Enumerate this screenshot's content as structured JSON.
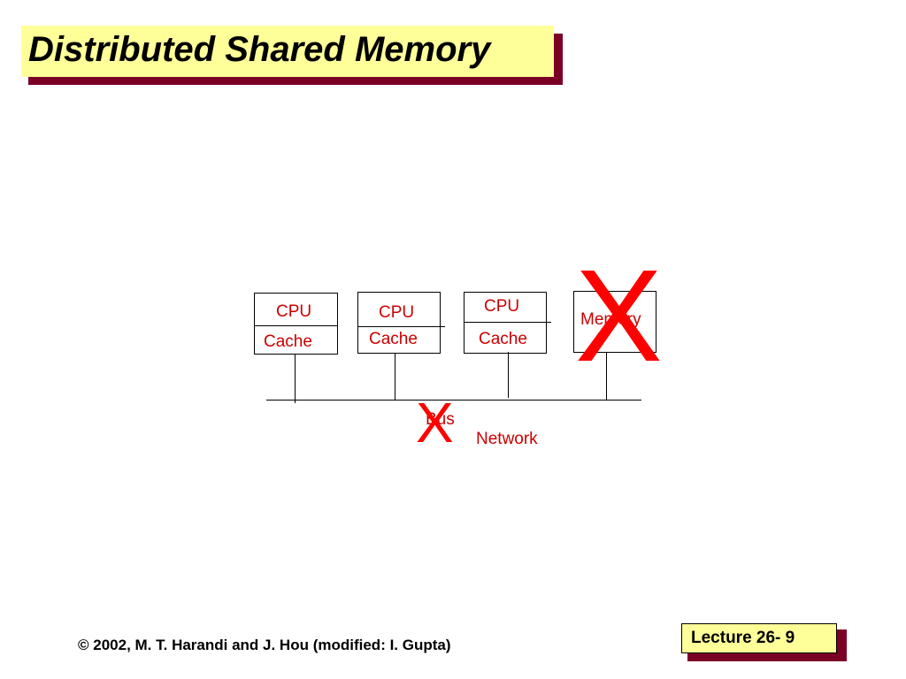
{
  "slide": {
    "title": "Distributed Shared Memory",
    "footer": "© 2002, M. T. Harandi and J. Hou (modified: I. Gupta)",
    "lecture": "Lecture 26- 9"
  },
  "diagram": {
    "nodes": [
      {
        "top": "CPU",
        "bottom": "Cache"
      },
      {
        "top": "CPU",
        "bottom": "Cache"
      },
      {
        "top": "CPU",
        "bottom": "Cache"
      }
    ],
    "memory_label": "Memory",
    "bus_label": "Bus",
    "network_label": "Network",
    "cross_mark": "X"
  },
  "colors": {
    "title_bg": "#ffff99",
    "shadow": "#7a0026",
    "label_red": "#cc0000",
    "cross_red": "#ff0000"
  }
}
